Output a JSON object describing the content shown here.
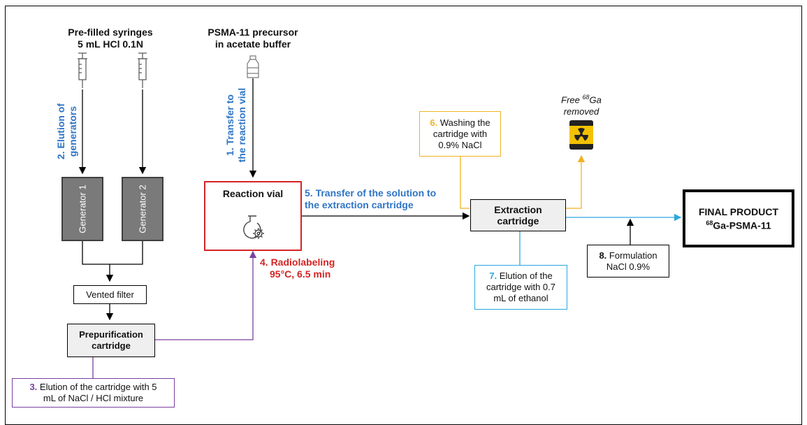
{
  "colors": {
    "blue": "#2f75c6",
    "red": "#d42424",
    "purple": "#7b3fa0",
    "orange": "#f0b323",
    "cyan": "#2aa8e0",
    "generator_fill": "#7a7a7a",
    "box_gray": "#efefef"
  },
  "nodes": {
    "syringes_title": [
      "Pre-filled syringes",
      "5 mL HCl 0.1N"
    ],
    "precursor_title": [
      "PSMA-11 precursor",
      "in acetate buffer"
    ],
    "generator1": "Generator 1",
    "generator2": "Generator 2",
    "vented_filter": "Vented filter",
    "prepurification": [
      "Prepurification",
      "cartridge"
    ],
    "reaction_vial": "Reaction vial",
    "extraction": [
      "Extraction",
      "cartridge"
    ],
    "final_product": [
      "FINAL PRODUCT",
      "68",
      "Ga-PSMA-11"
    ],
    "free_ga": [
      "Free ",
      "68",
      "Ga",
      "removed"
    ]
  },
  "steps": {
    "step1": [
      "1. Transfer to",
      "the reaction vial"
    ],
    "step2": [
      "2. Elution of",
      "generators"
    ],
    "step3": {
      "num": "3.",
      "text1": " Elution of the cartridge with 5",
      "text2": "mL of NaCl / HCl mixture"
    },
    "step4": [
      "4. Radiolabeling",
      "95°C, 6.5 min"
    ],
    "step5": [
      "5. Transfer of the solution to",
      "the extraction cartridge"
    ],
    "step6": {
      "num": "6.",
      "text1": " Washing the",
      "text2": "cartridge with",
      "text3": "0.9% NaCl"
    },
    "step7": {
      "num": "7.",
      "text1": " Elution of the",
      "text2": "cartridge with 0.7",
      "text3": "mL of ethanol"
    },
    "step8": {
      "num": "8.",
      "text1": " Formulation",
      "text2": "NaCl 0.9%"
    }
  },
  "icons": [
    "syringe-icon",
    "vial-icon",
    "flask-gear-icon",
    "radioactive-waste-icon"
  ]
}
